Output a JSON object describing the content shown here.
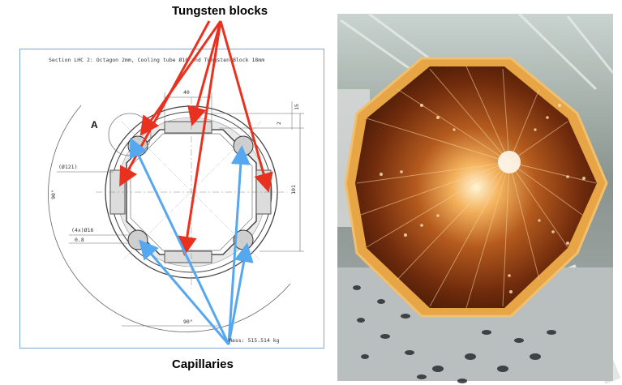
{
  "callouts": {
    "top": "Tungsten blocks",
    "bottom": "Capillaries"
  },
  "drawing": {
    "section_title": "Section LHC 2: Octagon 2mm, Cooling tube Ø10 and Tungsten Block 18mm",
    "detail_letter": "A",
    "dim_top": "40",
    "dim_right_top": "15",
    "dim_right_small": "2",
    "dim_right_height": "101",
    "dim_diameter": "(Ø121)",
    "dim_holes": "(4x)Ø16",
    "dim_offset": "0.8",
    "dim_angle_left": "90°",
    "dim_angle_bottom": "90°",
    "mass": "Mass: 515.514 kg"
  },
  "colors": {
    "red_arrow": "#e8321f",
    "blue_arrow": "#55a8ef",
    "frame": "#7fa7d6",
    "copper": "#a8501a"
  }
}
